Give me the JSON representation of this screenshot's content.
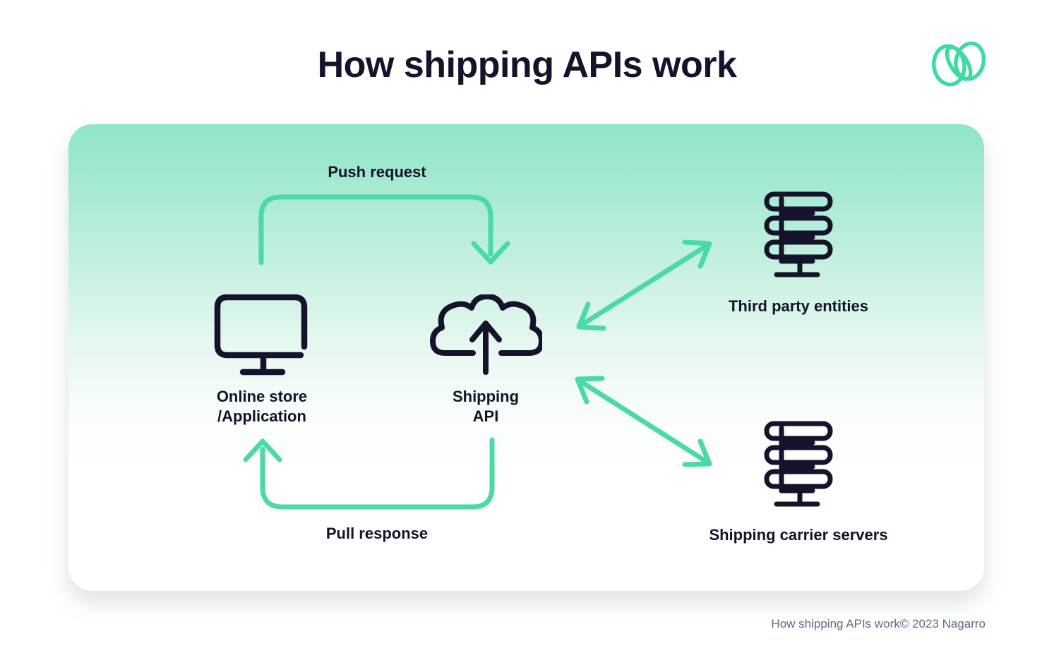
{
  "title": "How shipping APIs work",
  "footer": "How shipping APIs work© 2023 Nagarro",
  "logo": {
    "name": "nagarro-logo"
  },
  "colors": {
    "accent_green": "#4bd9a4",
    "logo_green": "#3fd9a2",
    "ink_navy": "#15132b",
    "footer_slate": "#5b6b87",
    "panel_gradient_top": "#8fe5c7",
    "panel_gradient_bottom": "#ffffff"
  },
  "diagram": {
    "flow_labels": {
      "push_request": "Push request",
      "pull_response": "Pull response"
    },
    "nodes": {
      "online_store": {
        "line1": "Online store",
        "line2": "/Application",
        "icon": "monitor-icon"
      },
      "shipping_api": {
        "line1": "Shipping",
        "line2": "API",
        "icon": "cloud-upload-icon"
      },
      "third_party": {
        "label": "Third party entities",
        "icon": "server-stack-icon"
      },
      "carrier_servers": {
        "label": "Shipping carrier servers",
        "icon": "server-stack-icon"
      }
    }
  }
}
